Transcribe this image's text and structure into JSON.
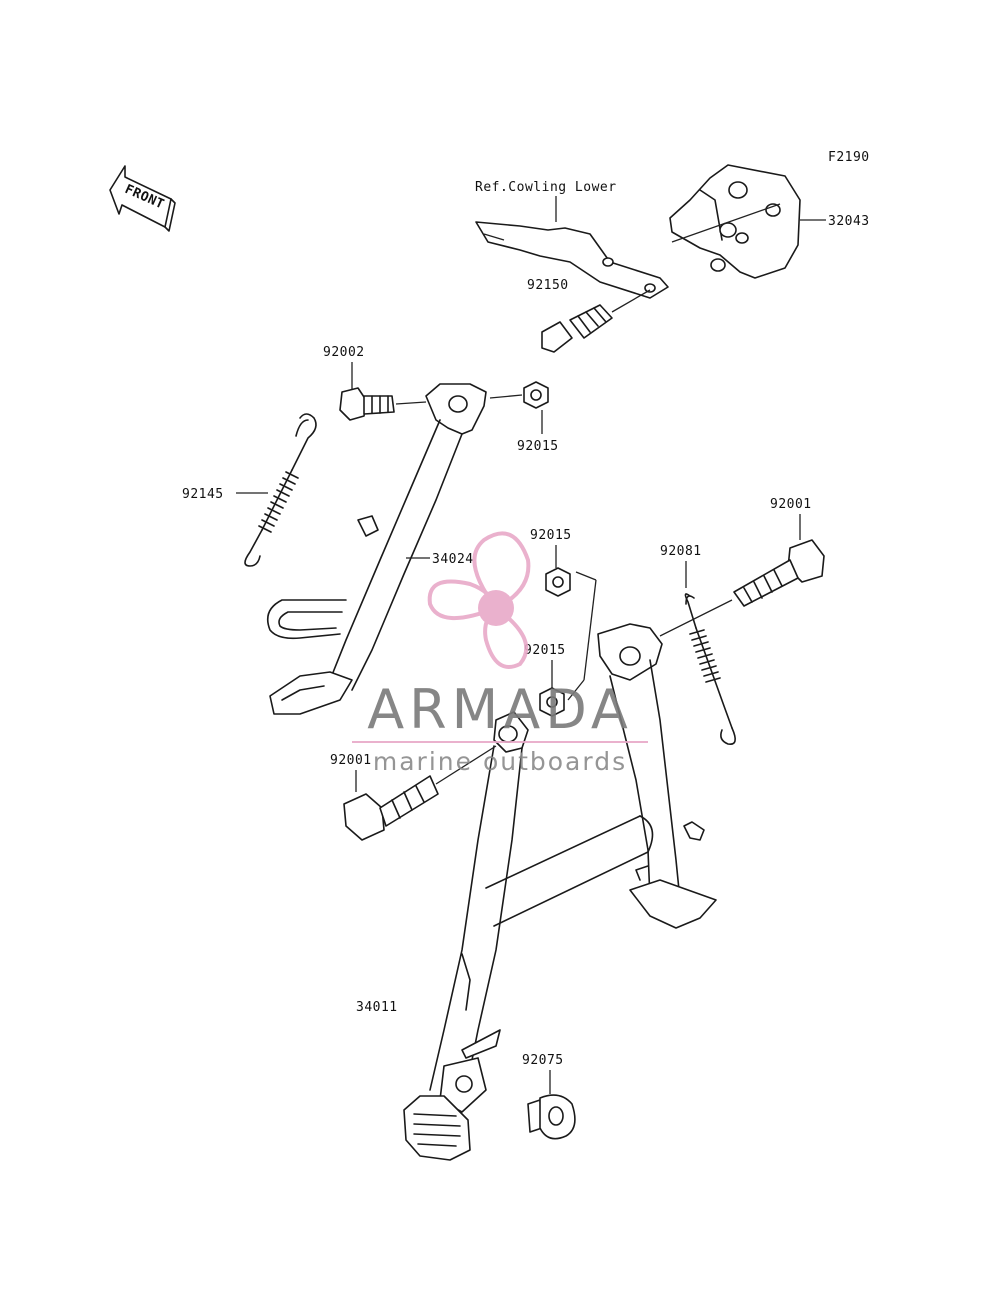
{
  "figure_code": "F2190",
  "front_label": "FRONT",
  "reference_note": "Ref.Cowling Lower",
  "part_labels": {
    "p32043": "32043",
    "p92150": "92150",
    "p92002": "92002",
    "p92015_top": "92015",
    "p92145": "92145",
    "p34024": "34024",
    "p92015_mid": "92015",
    "p92081": "92081",
    "p92001_right": "92001",
    "p92015_low": "92015",
    "p92001_left": "92001",
    "p34011": "34011",
    "p92075": "92075"
  },
  "watermark": {
    "brand": "ARMADA",
    "tagline": "marine outboards",
    "color_pink": "#e8a9c8",
    "color_gray": "#7a7a7a"
  }
}
